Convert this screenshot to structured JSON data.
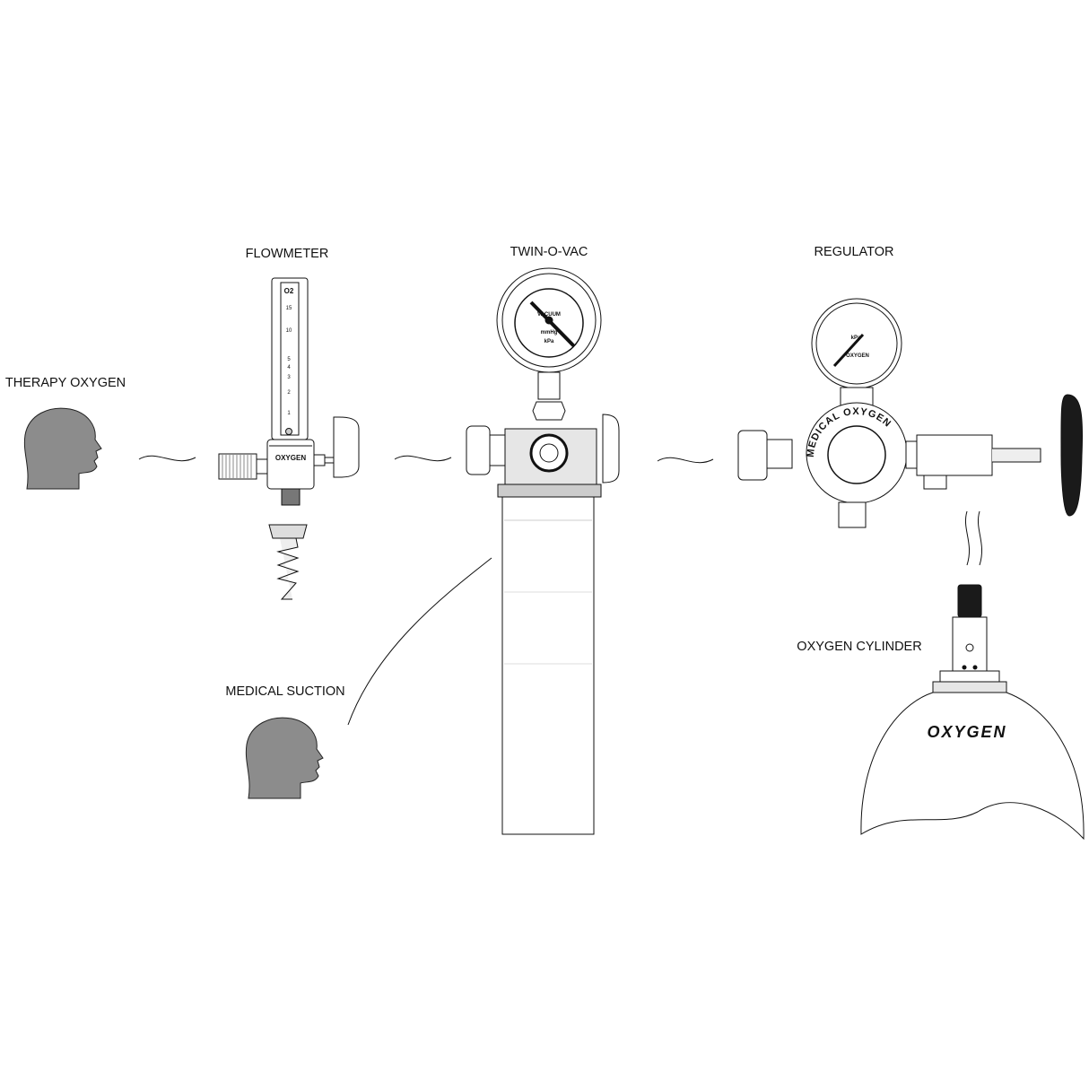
{
  "labels": {
    "flowmeter": "FLOWMETER",
    "twin_o_vac": "TWIN-O-VAC",
    "regulator": "REGULATOR",
    "therapy_oxygen": "THERAPY OXYGEN",
    "medical_suction": "MEDICAL SUCTION",
    "oxygen_cylinder": "OXYGEN CYLINDER"
  },
  "flowmeter": {
    "gas": "O2",
    "body_text": "OXYGEN",
    "scale": [
      "15",
      "10",
      "5",
      "4",
      "3",
      "2",
      "1"
    ]
  },
  "twin_o_vac_gauge": {
    "label": "VACUUM",
    "units": [
      "mmHg",
      "kPa"
    ]
  },
  "regulator": {
    "gauge_units": "kPa",
    "gauge_gas": "OXYGEN",
    "ring_text": "MEDICAL OXYGEN"
  },
  "cylinder": {
    "text": "OXYGEN"
  },
  "colors": {
    "line": "#111111",
    "head_fill": "#8c8c8c",
    "handle": "#1a1a1a"
  }
}
